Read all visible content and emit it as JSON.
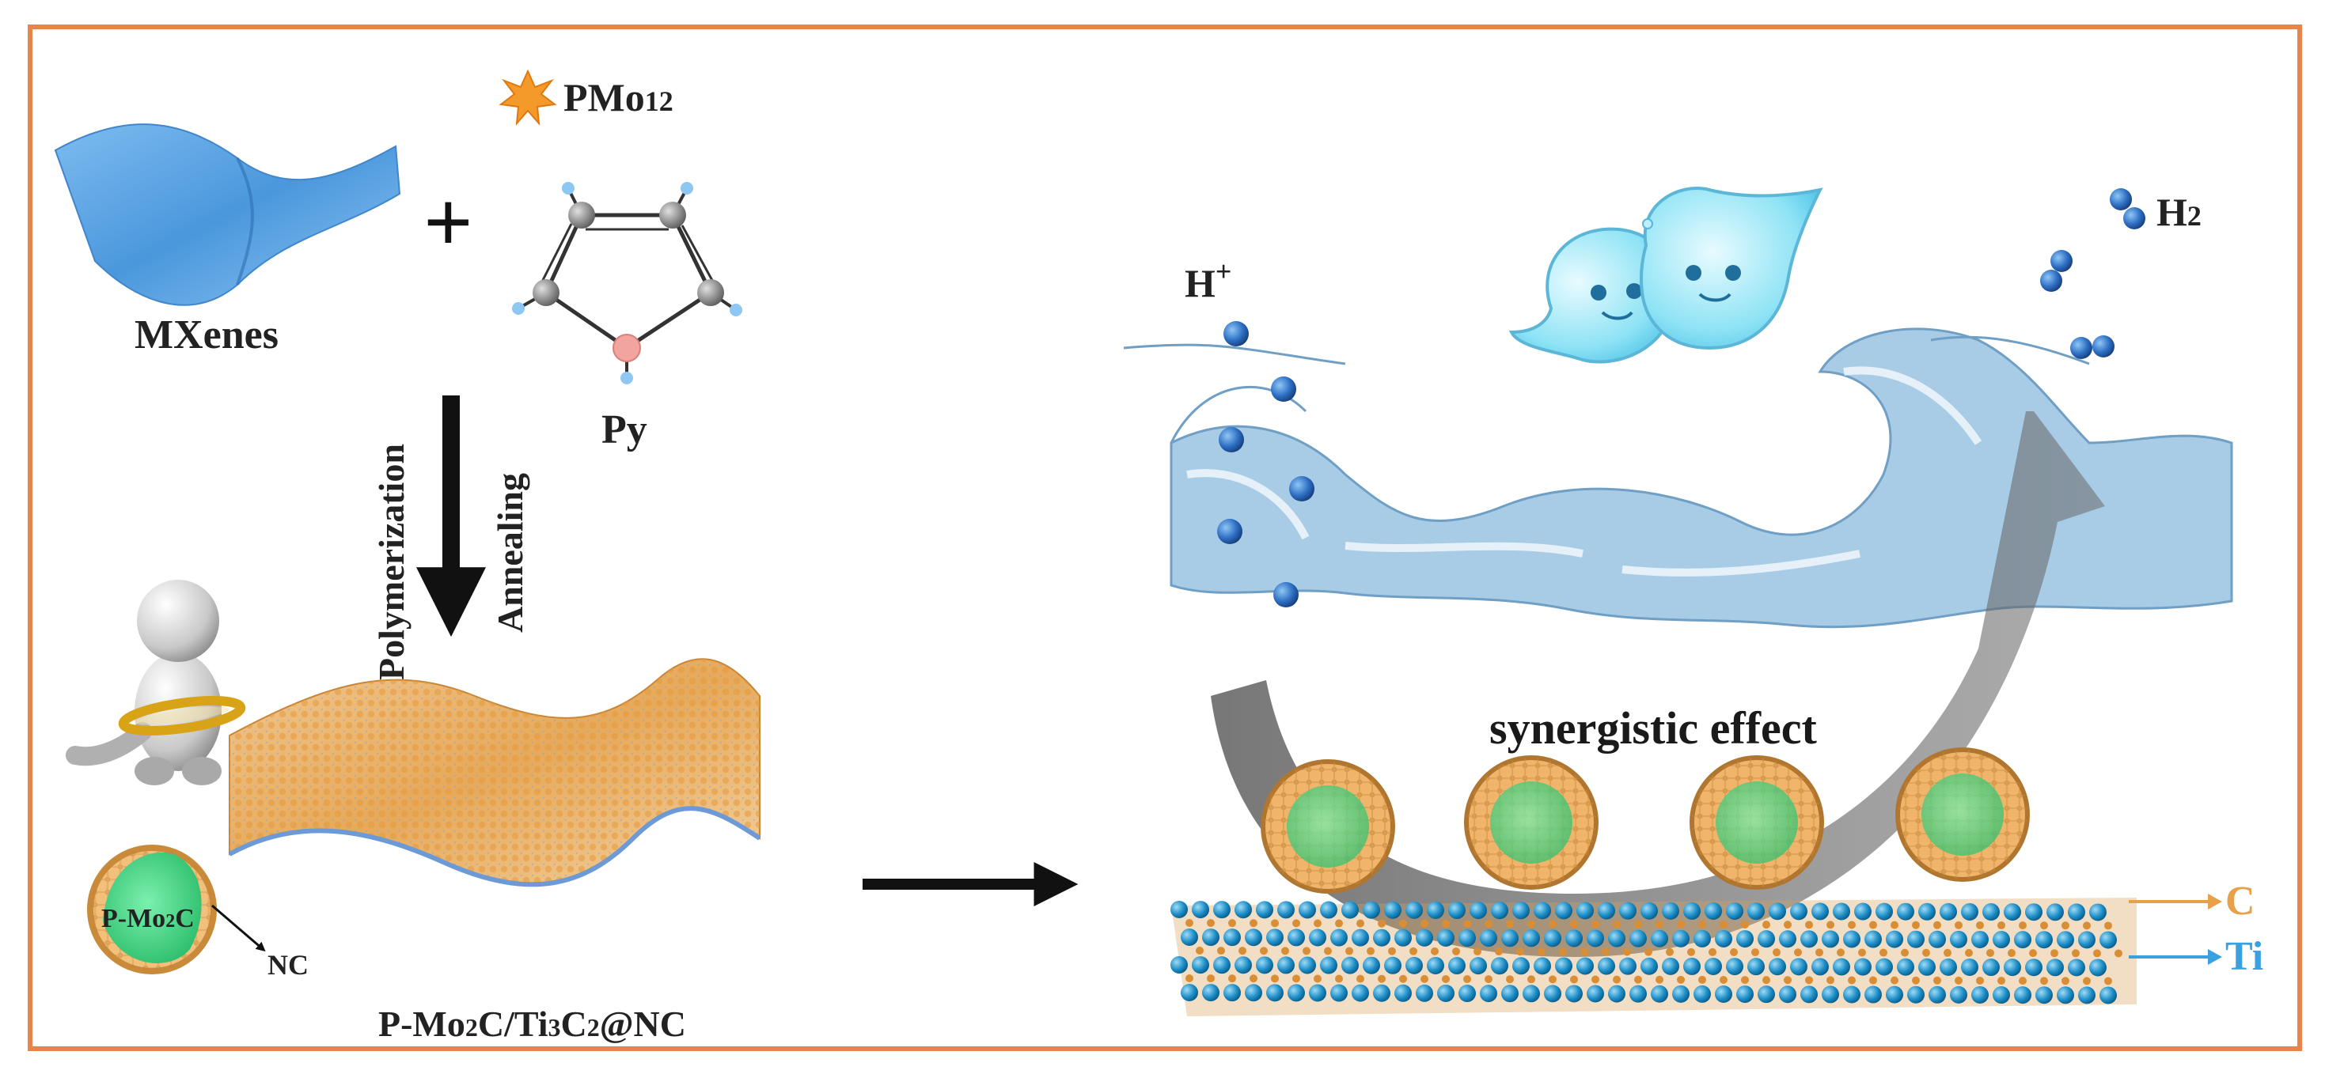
{
  "labels": {
    "pmo12_main": "PMo",
    "pmo12_sub": "12",
    "mxenes": "MXenes",
    "plus": "+",
    "py": "Py",
    "polymerization": "Polymerization",
    "annealing": "Annealing",
    "p_mo2c_a": "P-Mo",
    "p_mo2c_sub": "2",
    "p_mo2c_b": "C",
    "nc": "NC",
    "product_a": "P-Mo",
    "product_sub1": "2",
    "product_b": "C/Ti",
    "product_sub2": "3",
    "product_c": "C",
    "product_sub3": "2",
    "product_d": "@NC",
    "h_plus_main": "H",
    "h_plus_sup": "+",
    "h2_main": "H",
    "h2_sub": "2",
    "synergy": "synergistic effect",
    "c_label": "C",
    "ti_label": "Ti"
  },
  "colors": {
    "border": "#E8834A",
    "mxene_blue": "#5AA7E8",
    "orange_atom": "#E9A04A",
    "ti_blue": "#1E8FC8",
    "green_core": "#4DDB8A",
    "proton_blue": "#2E6FC4",
    "wave_blue": "#A9CCE6",
    "c_label_color": "#E9A04A",
    "ti_label_color": "#3AA0DF"
  },
  "icons": [
    "starburst-icon",
    "pyrrole-molecule-icon",
    "figure-with-magnifier-icon",
    "water-droplet-mascot-icon"
  ]
}
